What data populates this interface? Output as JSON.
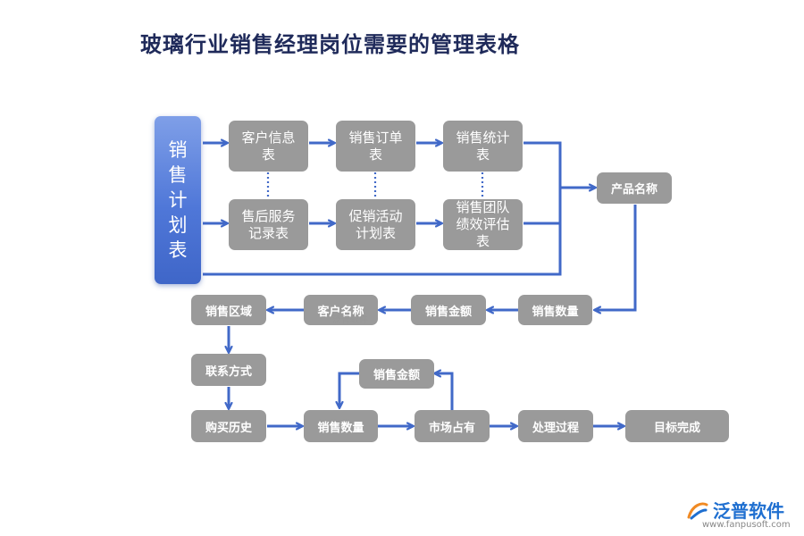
{
  "title": "玻璃行业销售经理岗位需要的管理表格",
  "plan": "销售计划表",
  "nodes": {
    "customer_info": "客户信息表",
    "order": "销售订单表",
    "stats": "销售统计表",
    "after_sales": "售后服务记录表",
    "promo": "促销活动计划表",
    "team_perf": "销售团队绩效评估表",
    "product_name": "产品名称",
    "qty_top": "销售数量",
    "amount_top": "销售金额",
    "cust_name": "客户名称",
    "region": "销售区域",
    "contact": "联系方式",
    "history": "购买历史",
    "qty_bottom": "销售数量",
    "amount_bottom": "销售金额",
    "market": "市场占有",
    "process": "处理过程",
    "goal": "目标完成"
  },
  "watermark": "泛普软件",
  "brand": {
    "name": "泛普软件",
    "url": "www.fanpusoft.com"
  },
  "colors": {
    "title": "#1f2a5a",
    "box": "#9a9a9a",
    "plan": "#4f77d8",
    "arrow": "#4169c8",
    "logo": "#1f6fd0"
  }
}
